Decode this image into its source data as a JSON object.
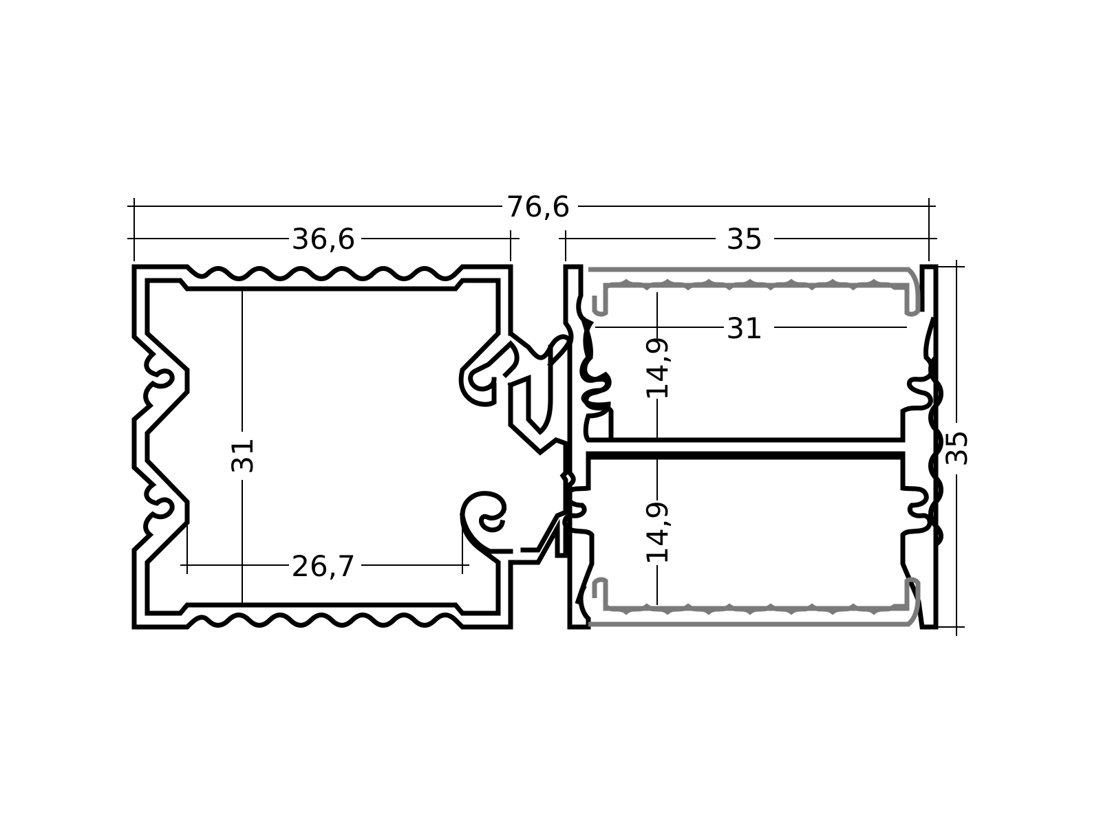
{
  "diagram": {
    "colors": {
      "profile": "#000000",
      "insert": "#7a7a7a",
      "background": "#ffffff"
    },
    "dimensions": {
      "overall_width": "76,6",
      "left_width": "36,6",
      "right_width": "35",
      "left_height": "31",
      "left_inner_width": "26,7",
      "right_inner_width": "31",
      "right_height": "35",
      "upper_chamber_height": "14,9",
      "lower_chamber_height": "14,9"
    }
  }
}
